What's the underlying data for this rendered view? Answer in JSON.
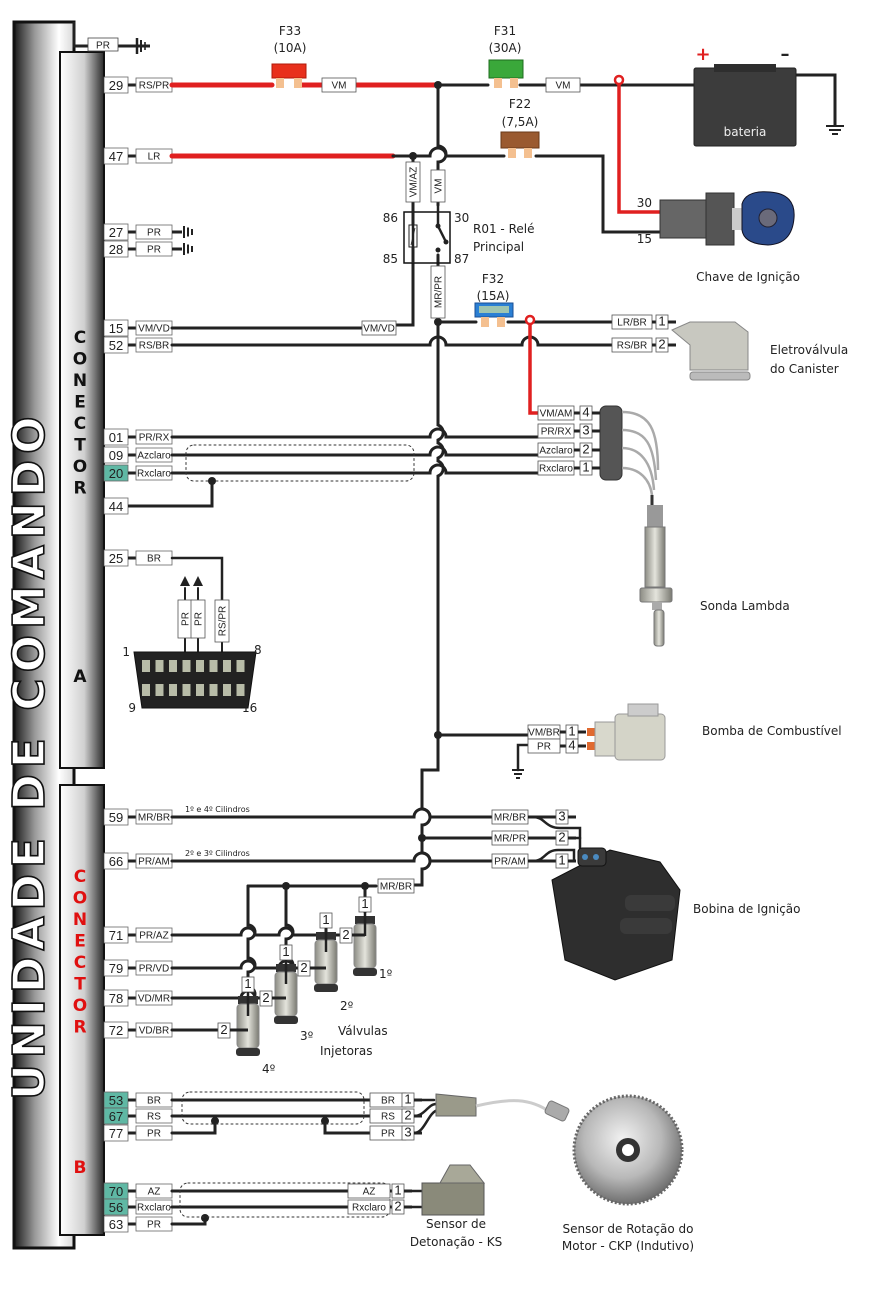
{
  "unit": {
    "title": "UNIDADE DE COMANDO",
    "connector_a": {
      "word": "CONECTOR",
      "letter": "A",
      "color": "#111111"
    },
    "connector_b": {
      "word": "CONECTOR",
      "letter": "B",
      "color": "#e01010"
    },
    "top_ground_label": "PR"
  },
  "colors": {
    "wire_power": "#e02020",
    "wire": "#222222",
    "pin_highlight": "#5fb8a4",
    "fuse_f33": "#e8301c",
    "fuse_f31": "#3aa83a",
    "fuse_f22": "#9a5a30",
    "fuse_f32": "#2a7fd4"
  },
  "pins_a": [
    {
      "num": "29",
      "wire": "RS/PR",
      "highlight": false
    },
    {
      "num": "47",
      "wire": "LR",
      "highlight": false
    },
    {
      "num": "27",
      "wire": "PR",
      "highlight": false
    },
    {
      "num": "28",
      "wire": "PR",
      "highlight": false
    },
    {
      "num": "15",
      "wire": "VM/VD",
      "highlight": false
    },
    {
      "num": "52",
      "wire": "RS/BR",
      "highlight": false
    },
    {
      "num": "01",
      "wire": "PR/RX",
      "highlight": false
    },
    {
      "num": "09",
      "wire": "Azclaro",
      "highlight": false
    },
    {
      "num": "20",
      "wire": "Rxclaro",
      "highlight": true
    },
    {
      "num": "44",
      "wire": "",
      "highlight": false
    },
    {
      "num": "25",
      "wire": "BR",
      "highlight": false
    }
  ],
  "pins_b": [
    {
      "num": "59",
      "wire": "MR/BR",
      "highlight": false
    },
    {
      "num": "66",
      "wire": "PR/AM",
      "highlight": false
    },
    {
      "num": "71",
      "wire": "PR/AZ",
      "highlight": false
    },
    {
      "num": "79",
      "wire": "PR/VD",
      "highlight": false
    },
    {
      "num": "78",
      "wire": "VD/MR",
      "highlight": false
    },
    {
      "num": "72",
      "wire": "VD/BR",
      "highlight": false
    },
    {
      "num": "53",
      "wire": "BR",
      "highlight": true
    },
    {
      "num": "67",
      "wire": "RS",
      "highlight": true
    },
    {
      "num": "77",
      "wire": "PR",
      "highlight": false
    },
    {
      "num": "70",
      "wire": "AZ",
      "highlight": true
    },
    {
      "num": "56",
      "wire": "Rxclaro",
      "highlight": true
    },
    {
      "num": "63",
      "wire": "PR",
      "highlight": false
    }
  ],
  "fuses": {
    "f33": {
      "name": "F33",
      "rating": "(10A)"
    },
    "f31": {
      "name": "F31",
      "rating": "(30A)"
    },
    "f22": {
      "name": "F22",
      "rating": "(7,5A)"
    },
    "f32": {
      "name": "F32",
      "rating": "(15A)"
    }
  },
  "wire_tags": {
    "vm1": "VM",
    "vm2": "VM",
    "vm_az": "VM/AZ",
    "vm_relay": "VM",
    "mr_pr": "MR/PR",
    "vm_vd": "VM/VD",
    "cyl14": "1º e 4º Cilindros",
    "cyl23": "2º e 3º Cilindros",
    "inj_common": "MR/BR",
    "obd_pr1": "PR",
    "obd_pr2": "PR",
    "obd_rspr": "RS/PR"
  },
  "battery": {
    "label": "bateria",
    "plus": "+",
    "minus": "–"
  },
  "ignition_switch": {
    "label": "Chave de Ignição",
    "term30": "30",
    "term15": "15"
  },
  "relay": {
    "title_1": "R01 - Relé",
    "title_2": "Principal",
    "t86": "86",
    "t85": "85",
    "t30": "30",
    "t87": "87"
  },
  "canister": {
    "label_1": "Eletroválvula",
    "label_2": "do Canister",
    "pins": [
      {
        "wire": "LR/BR",
        "num": "1"
      },
      {
        "wire": "RS/BR",
        "num": "2"
      }
    ]
  },
  "lambda": {
    "label": "Sonda Lambda",
    "pins": [
      {
        "wire": "VM/AM",
        "num": "4"
      },
      {
        "wire": "PR/RX",
        "num": "3"
      },
      {
        "wire": "Azclaro",
        "num": "2"
      },
      {
        "wire": "Rxclaro",
        "num": "1"
      }
    ]
  },
  "obd": {
    "pin1": "1",
    "pin8": "8",
    "pin9": "9",
    "pin16": "16"
  },
  "fuel_pump": {
    "label": "Bomba de Combustível",
    "pins": [
      {
        "wire": "VM/BR",
        "num": "1"
      },
      {
        "wire": "PR",
        "num": "4"
      }
    ]
  },
  "coil": {
    "label": "Bobina de Ignição",
    "pins": [
      {
        "wire": "MR/BR",
        "num": "3"
      },
      {
        "wire": "MR/PR",
        "num": "2"
      },
      {
        "wire": "PR/AM",
        "num": "1"
      }
    ]
  },
  "injectors": {
    "label_1": "Válvulas",
    "label_2": "Injetoras",
    "items": [
      {
        "name": "1º",
        "p1": "1",
        "p2": "2"
      },
      {
        "name": "2º",
        "p1": "1",
        "p2": "2"
      },
      {
        "name": "3º",
        "p1": "1",
        "p2": "2"
      },
      {
        "name": "4º",
        "p1": "1",
        "p2": "2"
      }
    ]
  },
  "ckp": {
    "label_1": "Sensor de Rotação do",
    "label_2": "Motor - CKP (Indutivo)",
    "pins": [
      {
        "wire": "BR",
        "num": "1"
      },
      {
        "wire": "RS",
        "num": "2"
      },
      {
        "wire": "PR",
        "num": "3"
      }
    ]
  },
  "knock": {
    "label_1": "Sensor de",
    "label_2": "Detonação - KS",
    "pins": [
      {
        "wire": "AZ",
        "num": "1"
      },
      {
        "wire": "Rxclaro",
        "num": "2"
      }
    ]
  }
}
